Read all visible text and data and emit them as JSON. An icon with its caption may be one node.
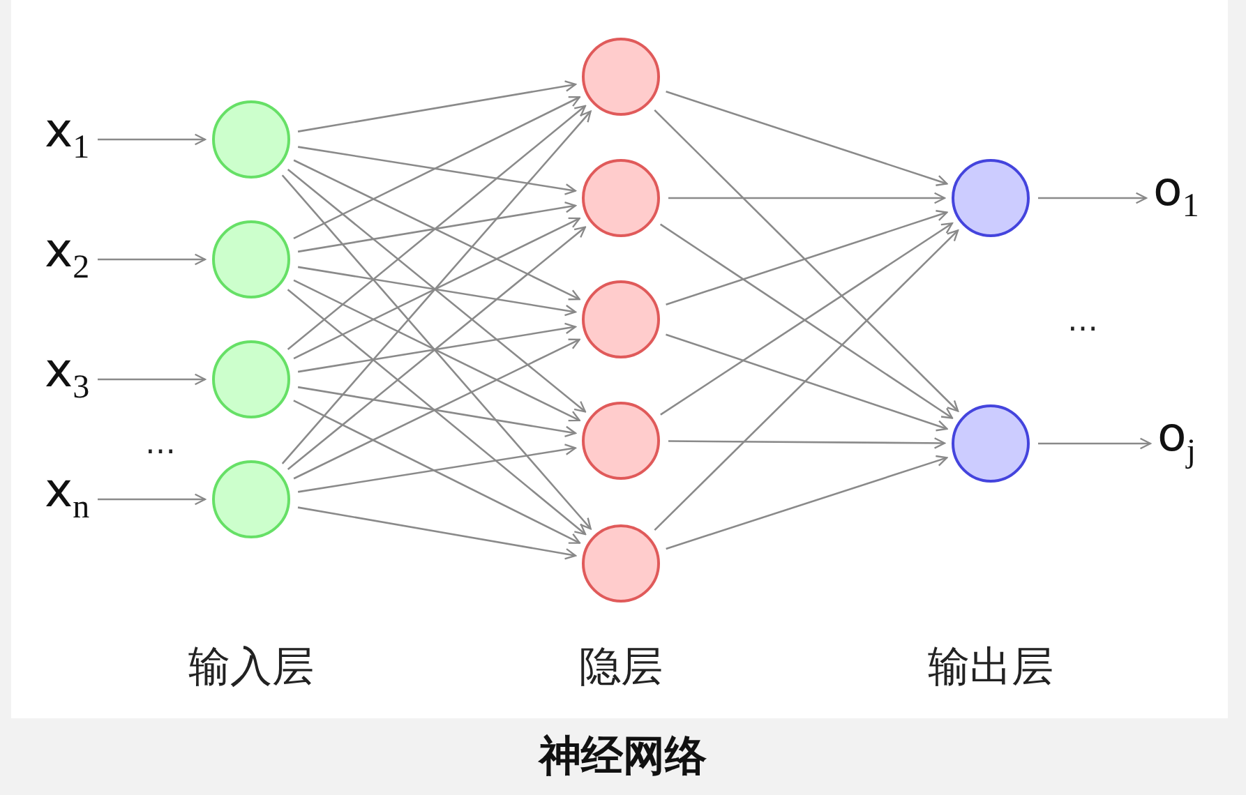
{
  "diagram": {
    "caption": "神经网络",
    "nodes": [
      {
        "text": [
          "x$_{1}$"
        ]
      },
      {
        "text": [
          "x$_{2}$"
        ]
      },
      {
        "text": [
          "x$_{3}$"
        ]
      },
      {
        "text": [
          "x$_{n}$"
        ]
      },
      {
        "text": [],
        "shape": "circle"
      },
      {
        "text": [],
        "shape": "circle"
      },
      {
        "text": [],
        "shape": "circle"
      },
      {
        "text": [],
        "shape": "circle"
      },
      {
        "text": [],
        "shape": "circle"
      },
      {
        "text": [],
        "shape": "circle"
      },
      {
        "text": [],
        "shape": "circle"
      },
      {
        "text": [],
        "shape": "circle"
      },
      {
        "text": [],
        "shape": "circle"
      },
      {
        "text": [],
        "shape": "circle"
      },
      {
        "text": [],
        "shape": "circle"
      },
      {
        "text": [
          "o$_{1}$"
        ]
      },
      {
        "text": [
          "o$_{j}$"
        ]
      }
    ],
    "edges": [
      {
        "from": 0,
        "to": 4,
        "arrow": "to"
      },
      {
        "from": 1,
        "to": 5,
        "arrow": "to"
      },
      {
        "from": 2,
        "to": 6,
        "arrow": "to"
      },
      {
        "from": 3,
        "to": 7,
        "arrow": "to"
      },
      {
        "from": 4,
        "to": 8,
        "arrow": "to"
      },
      {
        "from": 4,
        "to": 9,
        "arrow": "to"
      },
      {
        "from": 4,
        "to": 10,
        "arrow": "to"
      },
      {
        "from": 4,
        "to": 11,
        "arrow": "to"
      },
      {
        "from": 4,
        "to": 12,
        "arrow": "to"
      },
      {
        "from": 5,
        "to": 8,
        "arrow": "to"
      },
      {
        "from": 5,
        "to": 9,
        "arrow": "to"
      },
      {
        "from": 5,
        "to": 10,
        "arrow": "to"
      },
      {
        "from": 5,
        "to": 11,
        "arrow": "to"
      },
      {
        "from": 5,
        "to": 12,
        "arrow": "to"
      },
      {
        "from": 6,
        "to": 8,
        "arrow": "to"
      },
      {
        "from": 6,
        "to": 9,
        "arrow": "to"
      },
      {
        "from": 6,
        "to": 10,
        "arrow": "to"
      },
      {
        "from": 6,
        "to": 11,
        "arrow": "to"
      },
      {
        "from": 6,
        "to": 12,
        "arrow": "to"
      },
      {
        "from": 7,
        "to": 8,
        "arrow": "to"
      },
      {
        "from": 7,
        "to": 9,
        "arrow": "to"
      },
      {
        "from": 7,
        "to": 10,
        "arrow": "to"
      },
      {
        "from": 7,
        "to": 11,
        "arrow": "to"
      },
      {
        "from": 7,
        "to": 12,
        "arrow": "to"
      },
      {
        "from": 8,
        "to": 13,
        "arrow": "to"
      },
      {
        "from": 8,
        "to": 14,
        "arrow": "to"
      },
      {
        "from": 9,
        "to": 13,
        "arrow": "to"
      },
      {
        "from": 9,
        "to": 14,
        "arrow": "to"
      },
      {
        "from": 10,
        "to": 13,
        "arrow": "to"
      },
      {
        "from": 10,
        "to": 14,
        "arrow": "to"
      },
      {
        "from": 11,
        "to": 13,
        "arrow": "to"
      },
      {
        "from": 11,
        "to": 14,
        "arrow": "to"
      },
      {
        "from": 12,
        "to": 13,
        "arrow": "to"
      },
      {
        "from": 12,
        "to": 14,
        "arrow": "to"
      },
      {
        "from": 13,
        "to": 15,
        "arrow": "to"
      },
      {
        "from": 14,
        "to": 16,
        "arrow": "to"
      }
    ],
    "labels": [
      "…",
      "…",
      "输入层",
      "隐层",
      "输出层"
    ]
  }
}
